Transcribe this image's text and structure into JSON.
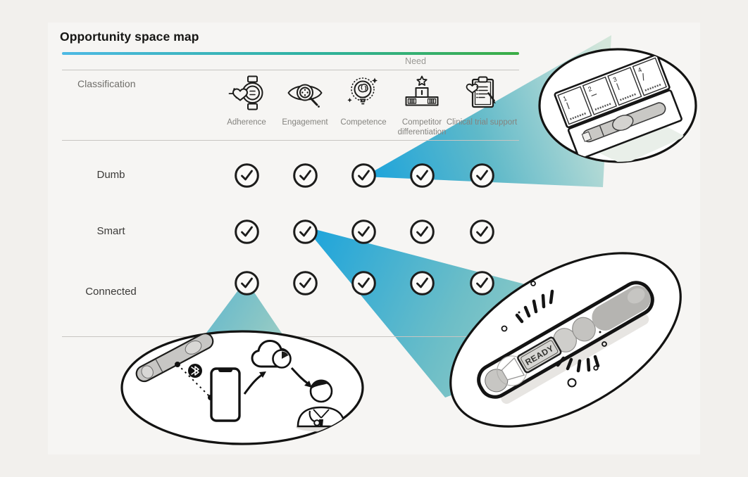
{
  "title": "Opportunity space map",
  "header": {
    "need": "Need",
    "classification": "Classification"
  },
  "columns": [
    {
      "id": "adherence",
      "label": "Adherence",
      "icon": "heart-rate-watch-icon"
    },
    {
      "id": "engagement",
      "label": "Engagement",
      "icon": "eye-magnifier-icon"
    },
    {
      "id": "competence",
      "label": "Competence",
      "icon": "lightbulb-brain-icon"
    },
    {
      "id": "competitor-differentiation",
      "label": "Competitor differentiation",
      "icon": "podium-star-icon"
    },
    {
      "id": "clinical-trial-support",
      "label": "Clinical trial support",
      "icon": "clipboard-heart-pencil-icon"
    }
  ],
  "rows": [
    {
      "id": "dumb",
      "label": "Dumb",
      "checks": [
        true,
        true,
        true,
        true,
        true
      ]
    },
    {
      "id": "smart",
      "label": "Smart",
      "checks": [
        true,
        true,
        true,
        true,
        true
      ]
    },
    {
      "id": "connected",
      "label": "Connected",
      "checks": [
        true,
        true,
        true,
        true,
        true
      ]
    }
  ],
  "callouts": {
    "dumb_packaging": {
      "name": "injection-pen-in-box-with-instructions",
      "card_numbers": [
        "1",
        "2",
        "3",
        "4"
      ]
    },
    "smart_pen": {
      "name": "smart-pen-with-display",
      "display_text": "READY"
    },
    "connected_ecosystem": {
      "name": "pen-bluetooth-phone-cloud-doctor"
    }
  },
  "colors": {
    "background": "#f2f0ed",
    "card": "#f6f5f3",
    "title_underline_start": "#4db9e4",
    "title_underline_end": "#3bad44",
    "beam_blue": "#1aa3dc",
    "beam_teal_end": "#d3e6da",
    "separator_line": "#c7c5c2",
    "ink": "#1d1d1b",
    "muted_text": "#84837f"
  }
}
